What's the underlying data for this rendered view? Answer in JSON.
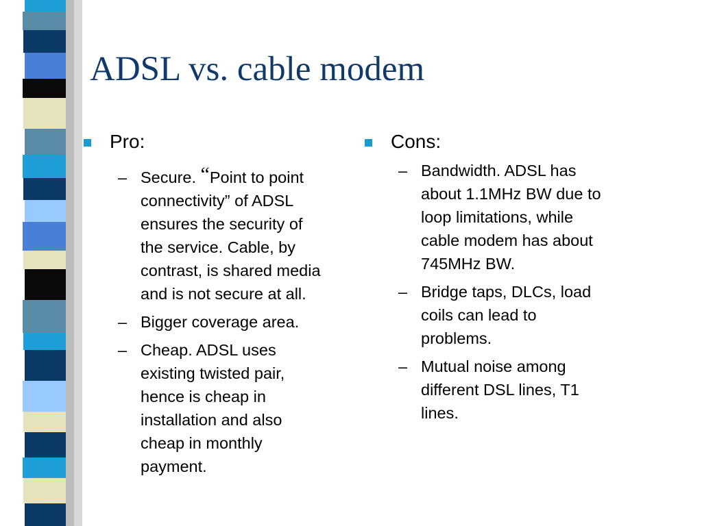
{
  "slide": {
    "title": "ADSL vs. cable modem",
    "colors": {
      "title": "#113a6b",
      "bullet": "#1a9bd0",
      "strip": [
        "#1e9fd8",
        "#5a8ca8",
        "#0b3a67",
        "#4a7fd8",
        "#0a0a0a",
        "#e6e3bc",
        "#98c9ff"
      ]
    },
    "pro": {
      "heading": "Pro:",
      "items": [
        {
          "lines": [
            "Secure. ",
            "“",
            "Point to point",
            "connectivity” of ADSL",
            "ensures the security of",
            "the service. Cable, by",
            "contrast, is shared media",
            "and is not secure at all."
          ]
        },
        {
          "lines": [
            "Bigger coverage area."
          ]
        },
        {
          "lines": [
            "Cheap. ADSL uses",
            "existing twisted pair,",
            "hence is cheap in",
            "installation and also",
            "cheap in monthly",
            "payment."
          ]
        }
      ]
    },
    "cons": {
      "heading": "Cons:",
      "items": [
        {
          "lines": [
            "Bandwidth. ADSL has",
            "about 1.1MHz BW due to",
            "loop limitations, while",
            "cable modem has about",
            "745MHz BW."
          ]
        },
        {
          "lines": [
            "Bridge taps, DLCs, load",
            "coils can lead to",
            "problems."
          ]
        },
        {
          "lines": [
            "Mutual noise among",
            "different DSL lines, T1",
            "lines."
          ]
        }
      ]
    },
    "dash_glyph": "–"
  }
}
